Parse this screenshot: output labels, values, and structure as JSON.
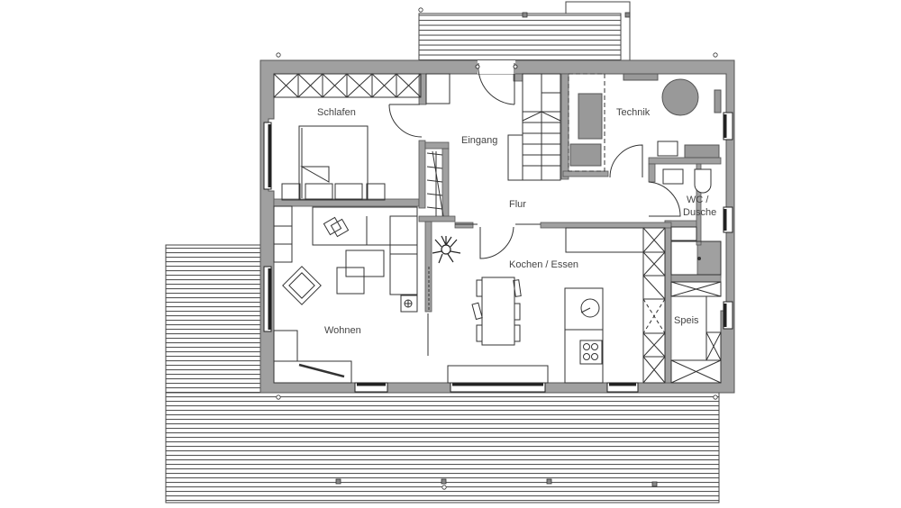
{
  "plan": {
    "type": "floor-plan",
    "colors": {
      "wall": "#a0a0a0",
      "wall_stroke": "#555555",
      "line": "#333333",
      "fixture_fill": "#999999",
      "background": "#ffffff",
      "label": "#444444"
    },
    "rooms": [
      {
        "id": "schlafen",
        "label": "Schlafen"
      },
      {
        "id": "eingang",
        "label": "Eingang"
      },
      {
        "id": "technik",
        "label": "Technik"
      },
      {
        "id": "flur",
        "label": "Flur"
      },
      {
        "id": "wc",
        "label_line1": "WC /",
        "label_line2": "Dusche"
      },
      {
        "id": "kochen",
        "label": "Kochen / Essen"
      },
      {
        "id": "speis",
        "label": "Speis"
      },
      {
        "id": "wohnen",
        "label": "Wohnen"
      }
    ],
    "terraces": [
      {
        "id": "north-terrace",
        "label": ""
      },
      {
        "id": "south-west-terrace",
        "label": ""
      }
    ]
  }
}
